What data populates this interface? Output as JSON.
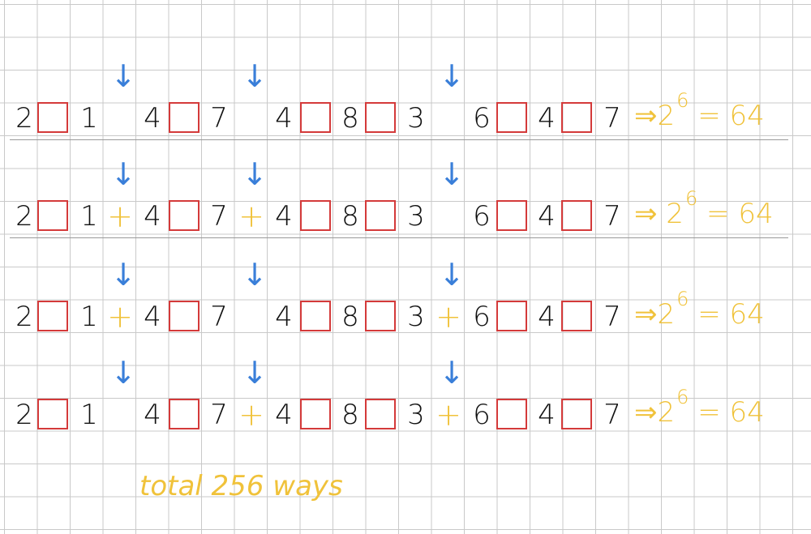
{
  "digits": [
    "2",
    "1",
    "4",
    "7",
    "4",
    "8",
    "3",
    "6",
    "4",
    "7"
  ],
  "operator_symbol": "+",
  "arrow_symbol": "↓",
  "rows": [
    {
      "plus_gaps": [],
      "result": {
        "prefix": "⇒2",
        "exponent": "6",
        "suffix": "= 64"
      }
    },
    {
      "plus_gaps": [
        0,
        1
      ],
      "result": {
        "prefix": "⇒ 2",
        "exponent": "6",
        "suffix": "= 64"
      }
    },
    {
      "plus_gaps": [
        0,
        2
      ],
      "result": {
        "prefix": "⇒2",
        "exponent": "6",
        "suffix": "= 64"
      }
    },
    {
      "plus_gaps": [
        1,
        2
      ],
      "result": {
        "prefix": "⇒2",
        "exponent": "6",
        "suffix": "= 64"
      }
    }
  ],
  "total_text": "total   256   ways",
  "colors": {
    "box": "#d43a3a",
    "plus": "#f0c23a",
    "arrow": "#3a7fd9",
    "result": "#f0c23a"
  }
}
